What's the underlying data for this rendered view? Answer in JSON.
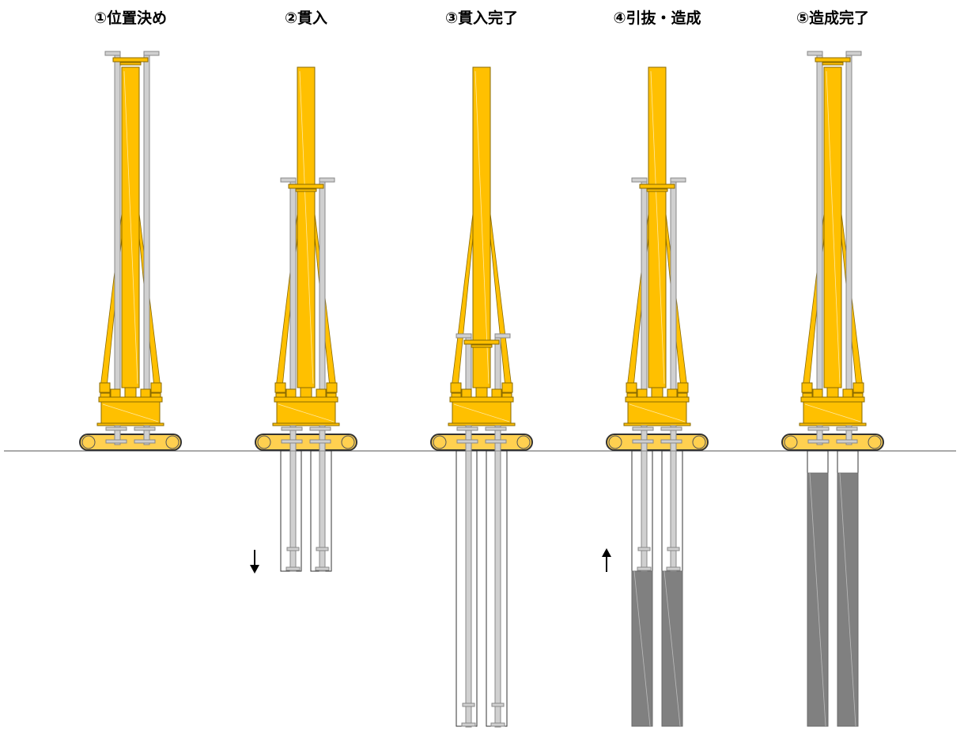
{
  "stages": [
    {
      "title": "①位置決め",
      "state": "positioning",
      "arrow": null
    },
    {
      "title": "②貫入",
      "state": "penetrating",
      "arrow": "down"
    },
    {
      "title": "③貫入完了",
      "state": "penetration-complete",
      "arrow": null
    },
    {
      "title": "④引抜・造成",
      "state": "withdrawing",
      "arrow": "up"
    },
    {
      "title": "⑤造成完了",
      "state": "forming-complete",
      "arrow": null
    }
  ],
  "colors": {
    "machine": "#FFC000",
    "machine_stroke": "#8a6a00",
    "rod": "#D0D0D0",
    "rod_stroke": "#888888",
    "soil_column": "#808080",
    "casing_stroke": "#333333",
    "ground": "#555555"
  }
}
